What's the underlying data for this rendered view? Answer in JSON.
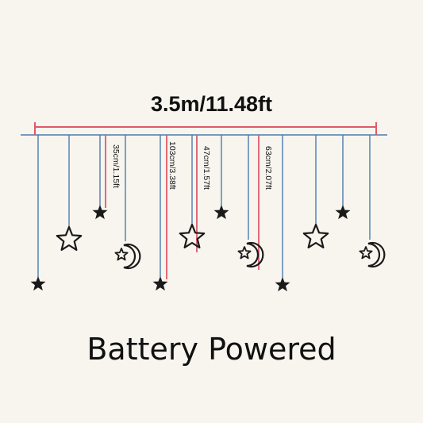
{
  "title": "3.5m/11.48ft",
  "footer": "Battery Powered",
  "dimension_labels": [
    "35cm/1.15ft",
    "103cm/3.38ft",
    "47cm/1.57ft",
    "63cm/2.07ft"
  ],
  "colors": {
    "background": "#f7f5ee",
    "string_blue": "#4a7bb0",
    "measure_red": "#e05a6a",
    "ornament": "#1a1a1a"
  },
  "ornaments": [
    {
      "type": "star-filled"
    },
    {
      "type": "star-outline"
    },
    {
      "type": "star-filled"
    },
    {
      "type": "moon-star"
    },
    {
      "type": "star-filled"
    },
    {
      "type": "star-outline"
    },
    {
      "type": "star-filled"
    },
    {
      "type": "moon-star"
    },
    {
      "type": "star-filled"
    },
    {
      "type": "star-outline"
    },
    {
      "type": "star-filled"
    },
    {
      "type": "moon-star"
    }
  ]
}
